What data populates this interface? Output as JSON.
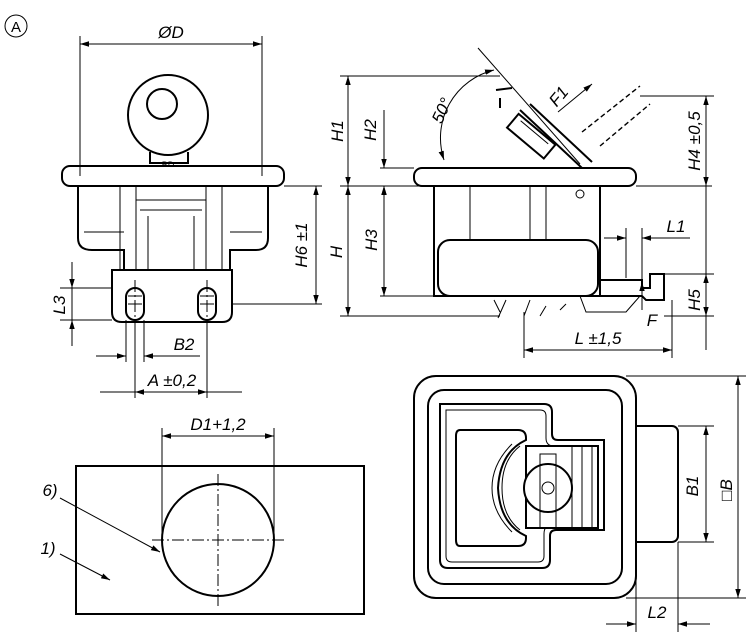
{
  "view_marker": "A",
  "dims": {
    "od": "ØD",
    "h1": "H1",
    "h2": "H2",
    "angle": "50°",
    "f1": "F1",
    "h4": "H4 ±0,5",
    "h6": "H6 ±1",
    "h": "H",
    "h3": "H3",
    "l1": "L1",
    "l3": "L3",
    "b2": "B2",
    "a": "A ±0,2",
    "h5": "H5",
    "f": "F",
    "l": "L ±1,5",
    "d1": "D1+1,2",
    "b1": "B1",
    "b": "□B",
    "l2": "L2"
  },
  "callouts": {
    "six": "6)",
    "one": "1)"
  }
}
